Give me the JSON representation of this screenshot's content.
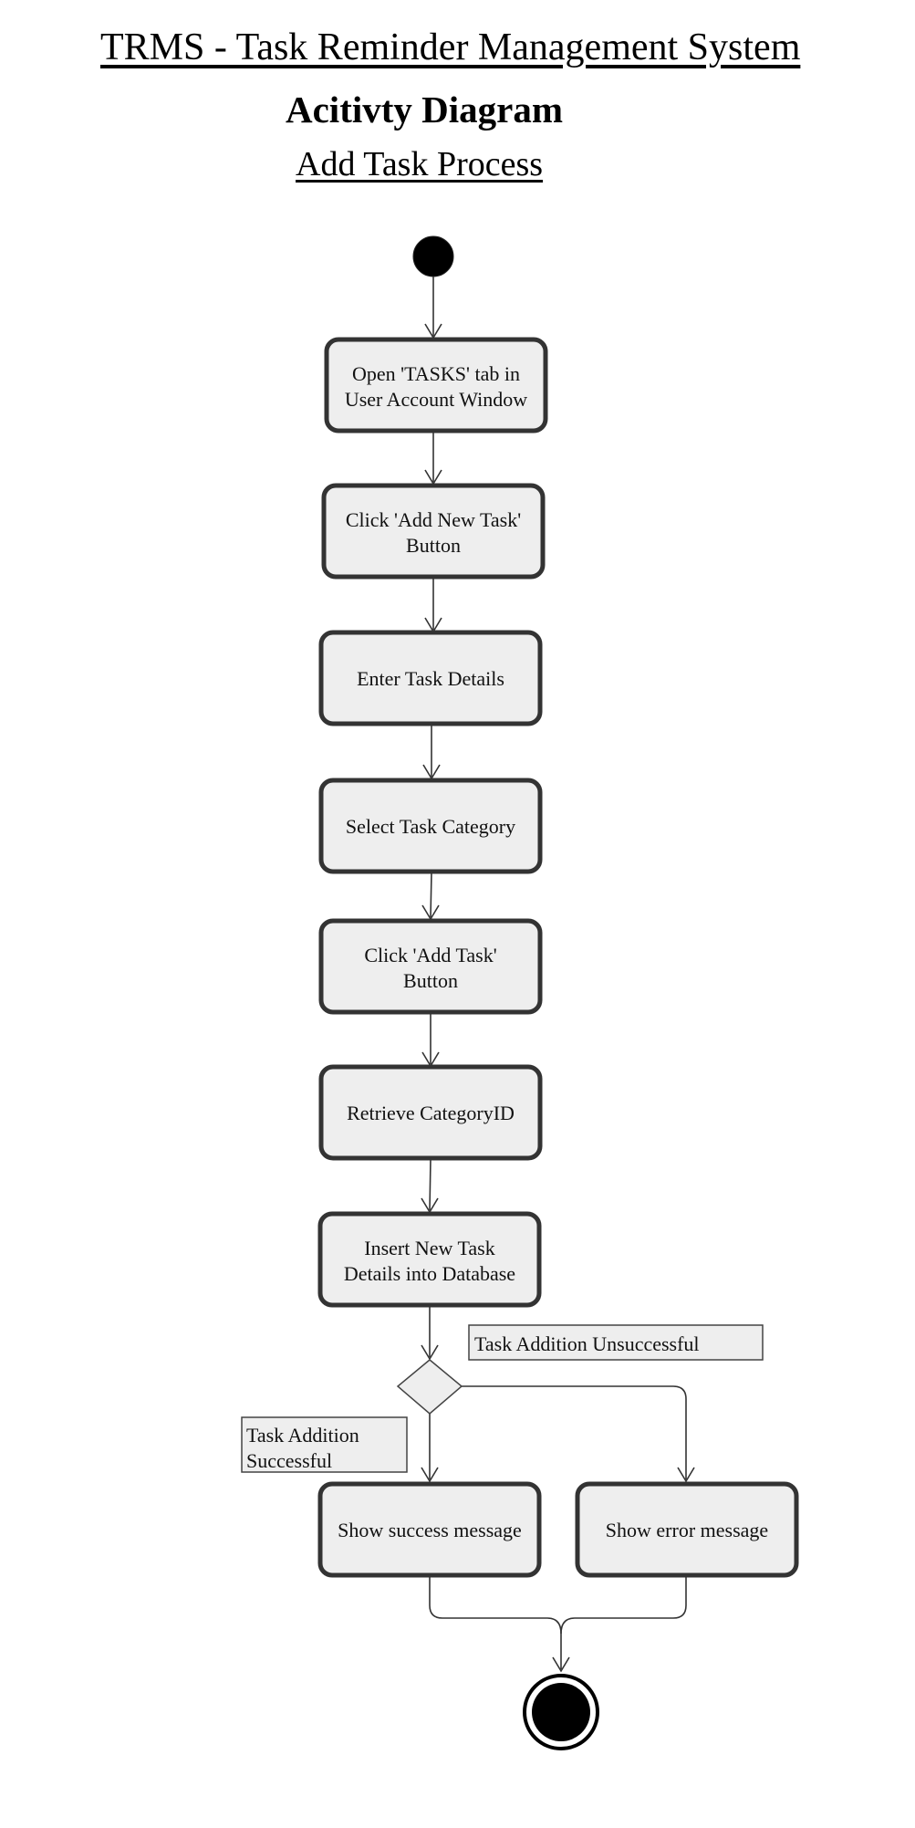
{
  "header": {
    "title": "TRMS - Task Reminder Management System",
    "subtitle": "Acitivty Diagram",
    "process": "Add Task Process"
  },
  "nodes": [
    {
      "id": "open-tasks-tab",
      "lines": [
        "Open 'TASKS' tab in",
        "User Account Window"
      ]
    },
    {
      "id": "click-add-new-task",
      "lines": [
        "Click 'Add New Task'",
        "Button"
      ]
    },
    {
      "id": "enter-task-details",
      "lines": [
        "Enter Task Details"
      ]
    },
    {
      "id": "select-task-category",
      "lines": [
        "Select Task Category"
      ]
    },
    {
      "id": "click-add-task",
      "lines": [
        "Click 'Add Task'",
        "Button"
      ]
    },
    {
      "id": "retrieve-category-id",
      "lines": [
        "Retrieve CategoryID"
      ]
    },
    {
      "id": "insert-new-task",
      "lines": [
        "Insert New Task",
        "Details into Database"
      ]
    },
    {
      "id": "show-success",
      "lines": [
        "Show success message"
      ]
    },
    {
      "id": "show-error",
      "lines": [
        "Show error message"
      ]
    }
  ],
  "guards": {
    "unsuccessful": [
      "Task Addition Unsuccessful"
    ],
    "successful": [
      "Task Addition",
      "Successful"
    ]
  },
  "colors": {
    "node_fill": "#eeeeee",
    "node_stroke": "#333333",
    "start_fill": "#000000"
  }
}
